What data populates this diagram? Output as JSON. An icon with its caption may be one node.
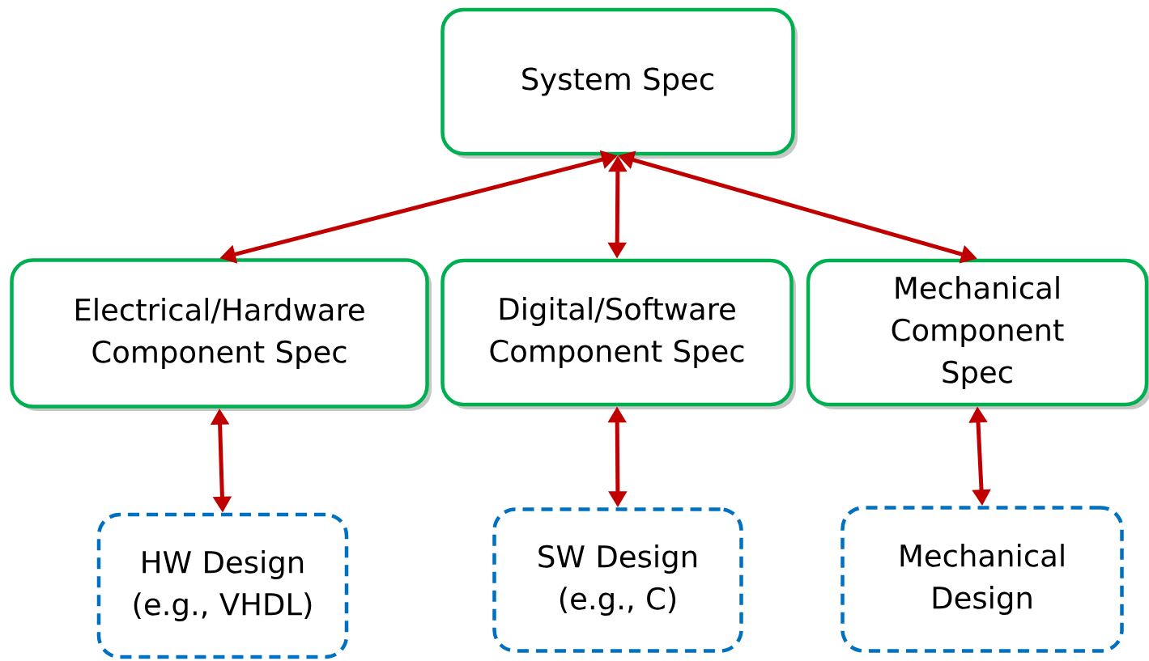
{
  "diagram": {
    "nodes": [
      {
        "text": [
          "System Spec"
        ]
      },
      {
        "text": [
          "Electrical/Hardware Component Spec"
        ]
      },
      {
        "text": [
          "Digital/Software Component Spec"
        ]
      },
      {
        "text": [
          "Mechanical Component Spec"
        ]
      },
      {
        "text": [
          "HW Design (e.g., VHDL)"
        ]
      },
      {
        "text": [
          "SW Design (e.g., C)"
        ]
      },
      {
        "text": [
          "Mechanical Design"
        ]
      }
    ],
    "edges": [
      {
        "from": 0,
        "to": 1,
        "arrow": "both"
      },
      {
        "from": 0,
        "to": 2,
        "arrow": "both"
      },
      {
        "from": 0,
        "to": 3,
        "arrow": "both"
      },
      {
        "from": 1,
        "to": 4,
        "arrow": "both"
      },
      {
        "from": 2,
        "to": 5,
        "arrow": "both"
      },
      {
        "from": 3,
        "to": 6,
        "arrow": "both"
      }
    ]
  }
}
